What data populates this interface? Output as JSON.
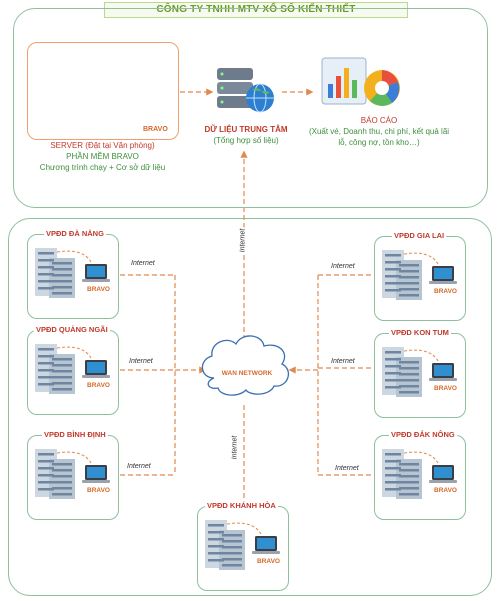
{
  "title": "CÔNG TY TNHH MTV XỔ SỐ KIẾN THIẾT",
  "server": {
    "line1": "SERVER (Đặt tại Văn phòng)",
    "line2": "PHẦN MỀM BRAVO",
    "line3": "Chương trình chạy + Cơ sở dữ liệu",
    "logo": "BRAVO"
  },
  "datacenter": {
    "title": "DỮ LIỆU TRUNG TÂM",
    "subtitle": "(Tổng hợp số liệu)"
  },
  "report": {
    "title": "BÁO CÁO",
    "detail": "(Xuất vé, Doanh thu, chi phí, kết quả lãi lỗ, công nợ, tồn kho…)"
  },
  "wan": "WAN NETWORK",
  "link_label": "Internet",
  "offices": [
    {
      "label": "VPĐD ĐÀ NẴNG"
    },
    {
      "label": "VPĐD QUẢNG NGÃI"
    },
    {
      "label": "VPĐD BÌNH ĐỊNH"
    },
    {
      "label": "VPĐD GIA LAI"
    },
    {
      "label": "VPĐD KON TUM"
    },
    {
      "label": "VPĐD ĐẮK NÔNG"
    },
    {
      "label": "VPĐD KHÁNH HÒA"
    }
  ],
  "office_logo": "BRAVO",
  "colors": {
    "title_green": "#6b9a2a",
    "frame_green": "#8fbf9f",
    "accent_orange": "#e08a50",
    "label_red": "#c0392b",
    "caption_green": "#3f8f3f"
  }
}
